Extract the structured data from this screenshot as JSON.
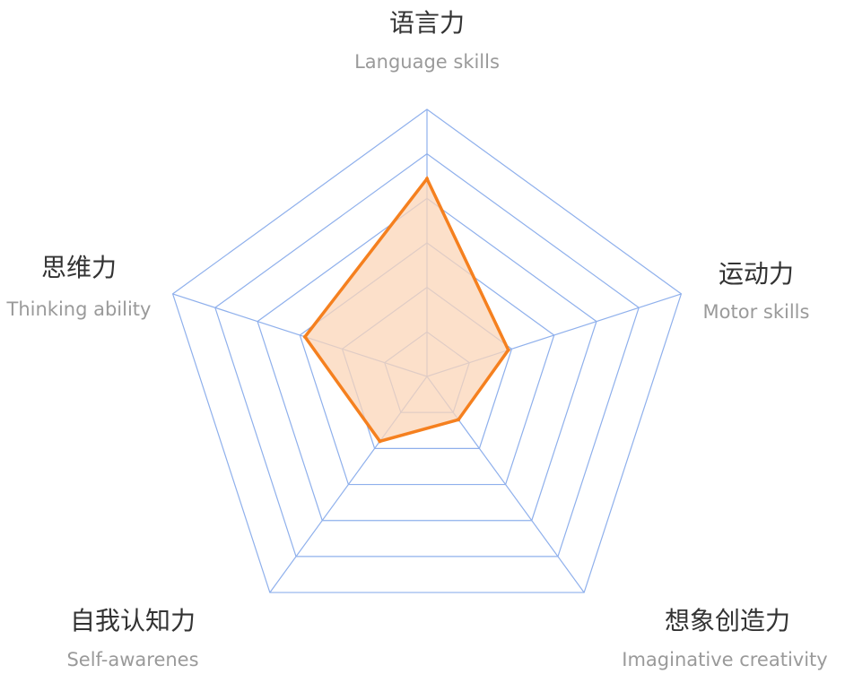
{
  "chart_data": {
    "type": "radar",
    "axes": [
      {
        "label": "语言力",
        "sublabel": "Language skills"
      },
      {
        "label": "运动力",
        "sublabel": "Motor skills"
      },
      {
        "label": "想象创造力",
        "sublabel": "Imaginative  creativity"
      },
      {
        "label": "自我认知力",
        "sublabel": "Self-awarenes"
      },
      {
        "label": "思维力",
        "sublabel": "Thinking ability"
      }
    ],
    "values": [
      0.74,
      0.32,
      0.2,
      0.3,
      0.48
    ],
    "max": 1,
    "rings": 6,
    "colors": {
      "grid": "#8fb0ec",
      "series_line": "#f5801f",
      "series_fill": "#fbd6b8"
    }
  }
}
